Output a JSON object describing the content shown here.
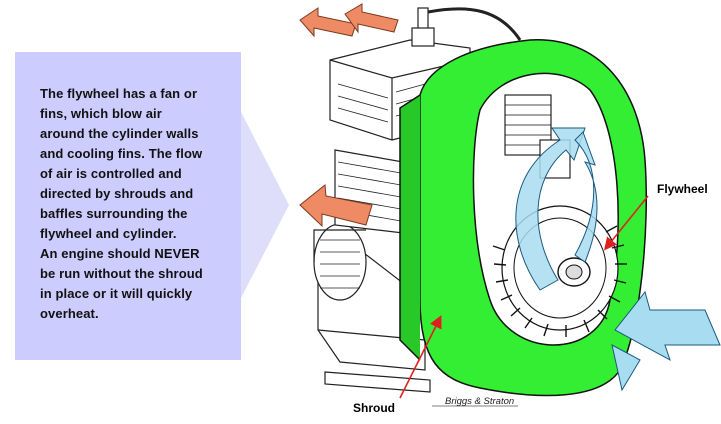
{
  "callout": {
    "lines": [
      "The flywheel has a fan or",
      "fins, which blow air",
      "around the cylinder walls",
      "and cooling fins. The flow",
      "of air is controlled and",
      "directed by shrouds and",
      "baffles surrounding the",
      "flywheel and cylinder.",
      "An engine should NEVER",
      "be run without the shroud",
      "in place or it will quickly",
      "overheat."
    ]
  },
  "labels": {
    "flywheel": "Flywheel",
    "shroud": "Shroud"
  },
  "credit": "Briggs & Straton",
  "colors": {
    "callout_background": "#ccccff",
    "callout_arrow": "#dedefa",
    "shroud_green": "#33ee33",
    "hot_air_arrow": "#ee8a64",
    "cool_air_arrow": "#a8dcf0",
    "pointer_red": "#e02020"
  }
}
